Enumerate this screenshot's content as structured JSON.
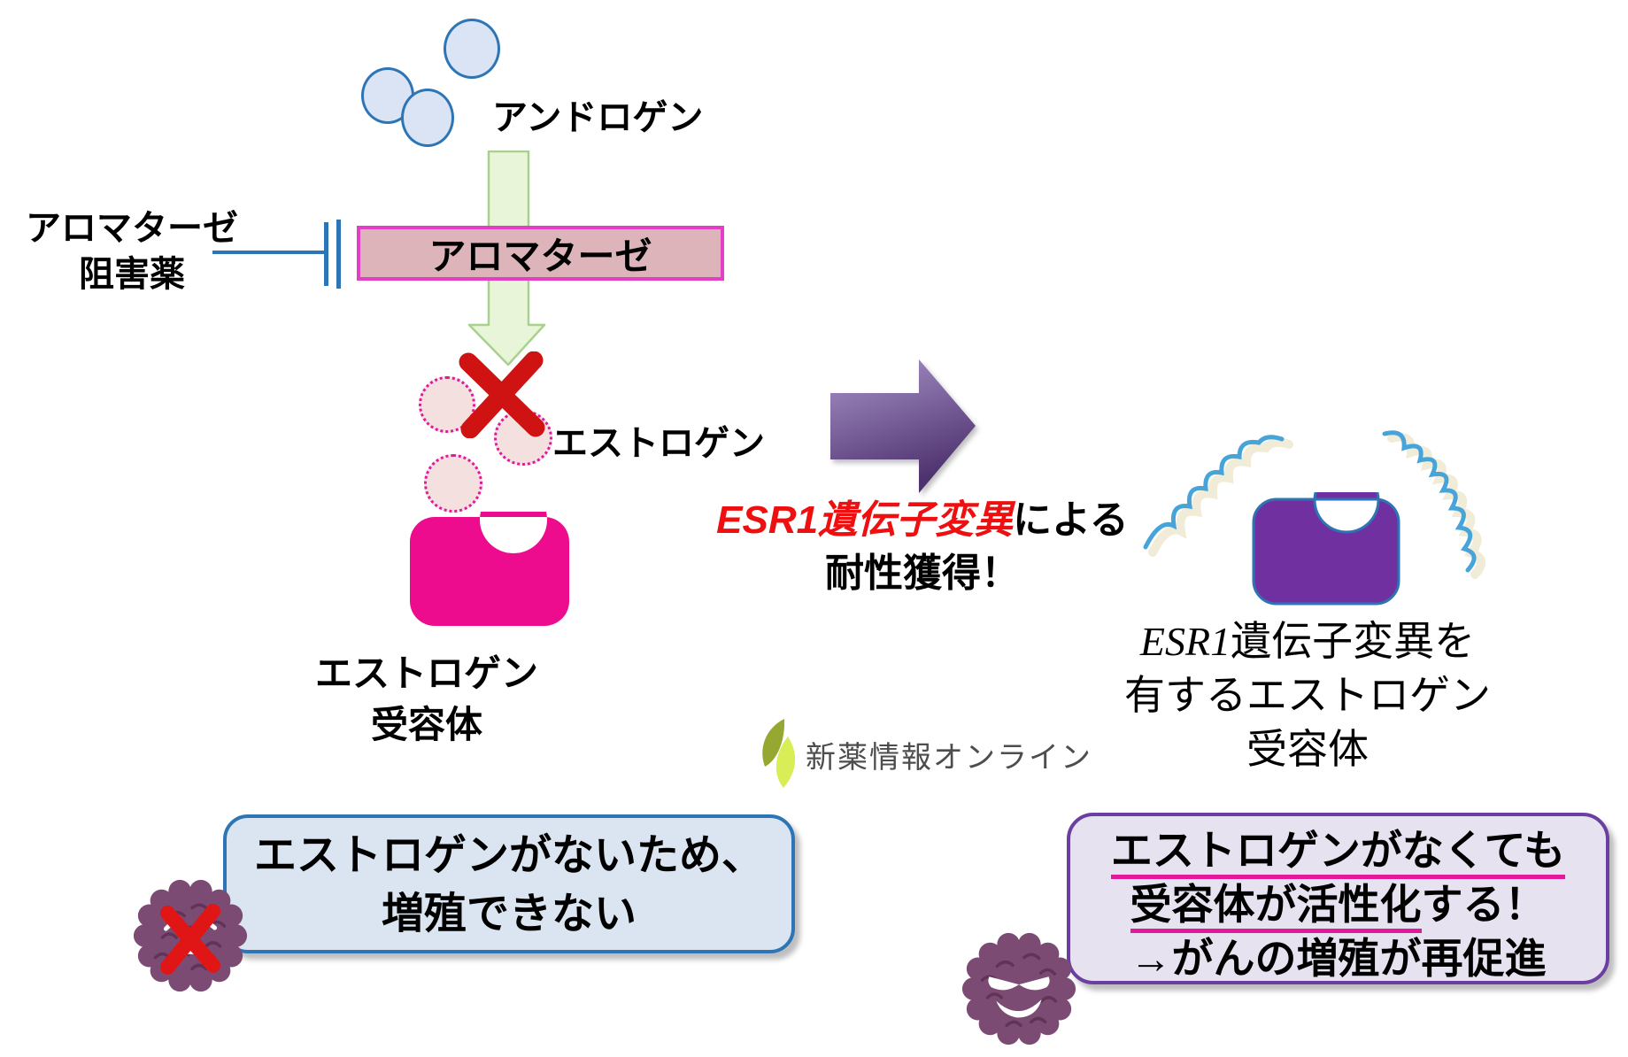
{
  "colors": {
    "blue_accent": "#2e75b6",
    "molecule_fill": "#dbe4f4",
    "green_arrow_fill": "#e9f5d9",
    "green_arrow_border": "#a9d18e",
    "aromatase_box_fill": "#dcb4ba",
    "aromatase_box_border": "#e33fc4",
    "red_cross": "#cf1313",
    "estrogen_fill": "#f4e0df",
    "estrogen_dot_border": "#e0189a",
    "estrogen_receptor_pink": "#ec0c8d",
    "mutant_receptor_purple": "#7030a0",
    "transition_arrow_purple": "#6b4d9e",
    "esr1_red": "#ee1010",
    "left_callout_fill": "#dbe5f1",
    "right_callout_fill": "#e7e2f0",
    "right_callout_border": "#6a3fa0",
    "underline_pink": "#e3199b",
    "cancer_cell_purple": "#7b4b73",
    "squiggle_blue": "#47a4d9",
    "logo_olive": "#97a832",
    "logo_lime": "#d9ed56"
  },
  "top": {
    "androgen_label": "アンドロゲン",
    "inhibitor_line1": "アロマターゼ",
    "inhibitor_line2": "阻害薬",
    "enzyme_box_label": "アロマターゼ",
    "estrogen_label": "エストロゲン"
  },
  "left_receptor": {
    "line1": "エストロゲン",
    "line2": "受容体"
  },
  "transition": {
    "line1_red": "ESR1遺伝子変異",
    "line1_black": "による",
    "line2": "耐性獲得！"
  },
  "right_receptor": {
    "line1_italic": "ESR1",
    "line1_rest": "遺伝子変異を",
    "line2": "有するエストロゲン",
    "line3": "受容体"
  },
  "logo": {
    "site_name": "新薬情報オンライン"
  },
  "left_callout": {
    "line1": "エストロゲンがないため、",
    "line2": "増殖できない"
  },
  "right_callout": {
    "line1": "エストロゲンがなくても",
    "line2_underlined": "受容体が活性化",
    "line2_rest": "する！",
    "line3": "→がんの増殖が再促進"
  }
}
